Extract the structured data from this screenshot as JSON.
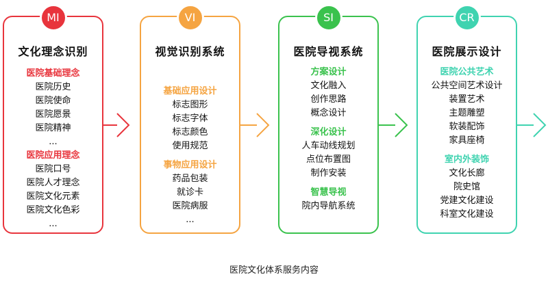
{
  "cards": [
    {
      "badge": "MI",
      "title": "文化理念识别",
      "color": "#e8343c",
      "groups": [
        {
          "head": "医院基础理念",
          "items": [
            "医院历史",
            "医院使命",
            "医院愿景",
            "医院精神",
            "..."
          ]
        },
        {
          "head": "医院应用理念",
          "items": [
            "医院口号",
            "医院人才理念",
            "医院文化元素",
            "医院文化色彩",
            "..."
          ]
        }
      ]
    },
    {
      "badge": "VI",
      "title": "视觉识别系统",
      "color": "#f5a441",
      "groups": [
        {
          "head": "基础应用设计",
          "items": [
            "标志图形",
            "标志字体",
            "标志颜色",
            "使用规范"
          ]
        },
        {
          "head": "事物应用设计",
          "items": [
            "药品包装",
            "就诊卡",
            "医院病服",
            "..."
          ]
        }
      ]
    },
    {
      "badge": "SI",
      "title": "医院导视系统",
      "color": "#3ac24d",
      "groups": [
        {
          "head": "方案设计",
          "items": [
            "文化融入",
            "创作思路",
            "概念设计"
          ]
        },
        {
          "head": "深化设计",
          "items": [
            "人车动线规划",
            "点位布置图",
            "制作安装"
          ]
        },
        {
          "head": "智慧导视",
          "items": [
            "院内导航系统"
          ]
        }
      ]
    },
    {
      "badge": "CR",
      "title": "医院展示设计",
      "color": "#3fd3b0",
      "groups": [
        {
          "head": "医院公共艺术",
          "items": [
            "公共空间艺术设计",
            "装置艺术",
            "主题雕塑",
            "软装配饰",
            "家具座椅"
          ]
        },
        {
          "head": "室内外装饰",
          "items": [
            "文化长廊",
            "院史馆",
            "党建文化建设",
            "科室文化建设"
          ]
        }
      ]
    }
  ],
  "caption": "医院文化体系服务内容"
}
